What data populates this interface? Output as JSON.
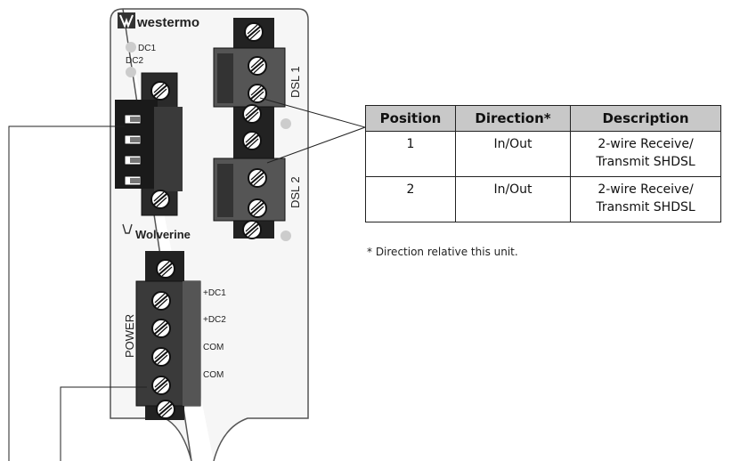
{
  "brand": {
    "name": "westermo",
    "product": "Wolverine"
  },
  "leds": {
    "dc1": "DC1",
    "dc2": "DC2"
  },
  "dsl_ports": {
    "dsl1": "DSL 1",
    "dsl2": "DSL 2"
  },
  "power": {
    "title": "POWER",
    "pins": [
      "+DC1",
      "+DC2",
      "COM",
      "COM"
    ]
  },
  "table": {
    "headers": [
      "Position",
      "Direction*",
      "Description"
    ],
    "rows": [
      {
        "position": "1",
        "direction": "In/Out",
        "desc_line1": "2-wire Receive/",
        "desc_line2": "Transmit SHDSL"
      },
      {
        "position": "2",
        "direction": "In/Out",
        "desc_line1": "2-wire Receive/",
        "desc_line2": "Transmit SHDSL"
      }
    ]
  },
  "footnote": "* Direction relative this unit."
}
